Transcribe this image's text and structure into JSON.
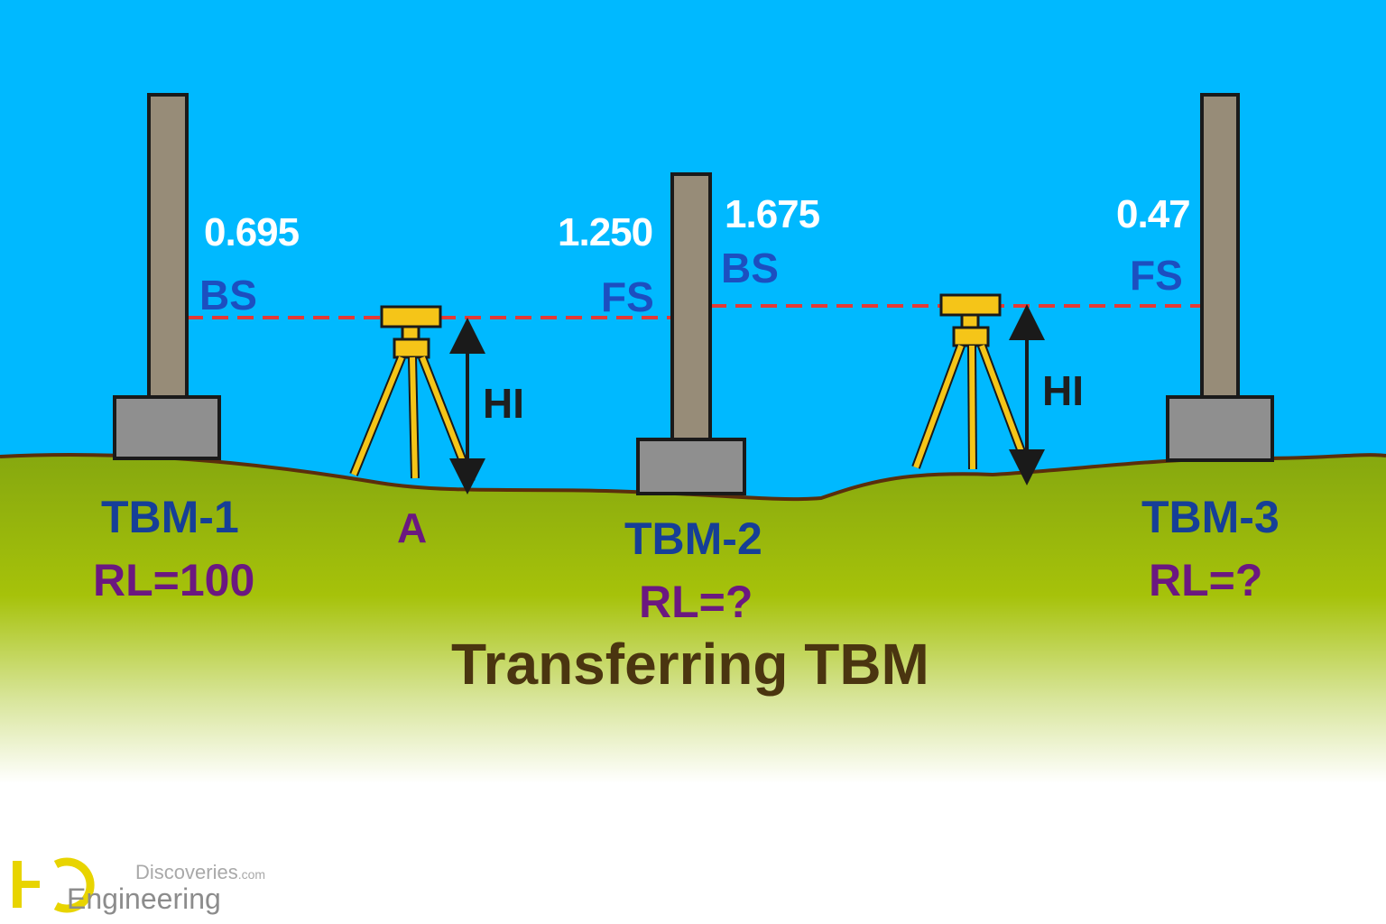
{
  "title": "Transferring TBM",
  "benchmarks": [
    {
      "name": "TBM-1",
      "rl": "RL=100"
    },
    {
      "name": "TBM-2",
      "rl": "RL=?"
    },
    {
      "name": "TBM-3",
      "rl": "RL=?"
    }
  ],
  "readings": [
    {
      "value": "0.695",
      "type": "BS"
    },
    {
      "value": "1.250",
      "type": "FS"
    },
    {
      "value": "1.675",
      "type": "BS"
    },
    {
      "value": "0.47",
      "type": "FS"
    }
  ],
  "instrument_label": "HI",
  "point_label": "A",
  "watermark": {
    "line1": "Discoveries",
    "line1_suffix": ".com",
    "line2": "Engineering",
    "logo": "ED"
  },
  "colors": {
    "sky": "#00b9ff",
    "ground": "#8fb50d",
    "ground_fade": "#ffffff",
    "sight_line": "#e53935",
    "staff": "#978c78",
    "footing": "#8f8f8f",
    "tripod": "#f5c518"
  }
}
